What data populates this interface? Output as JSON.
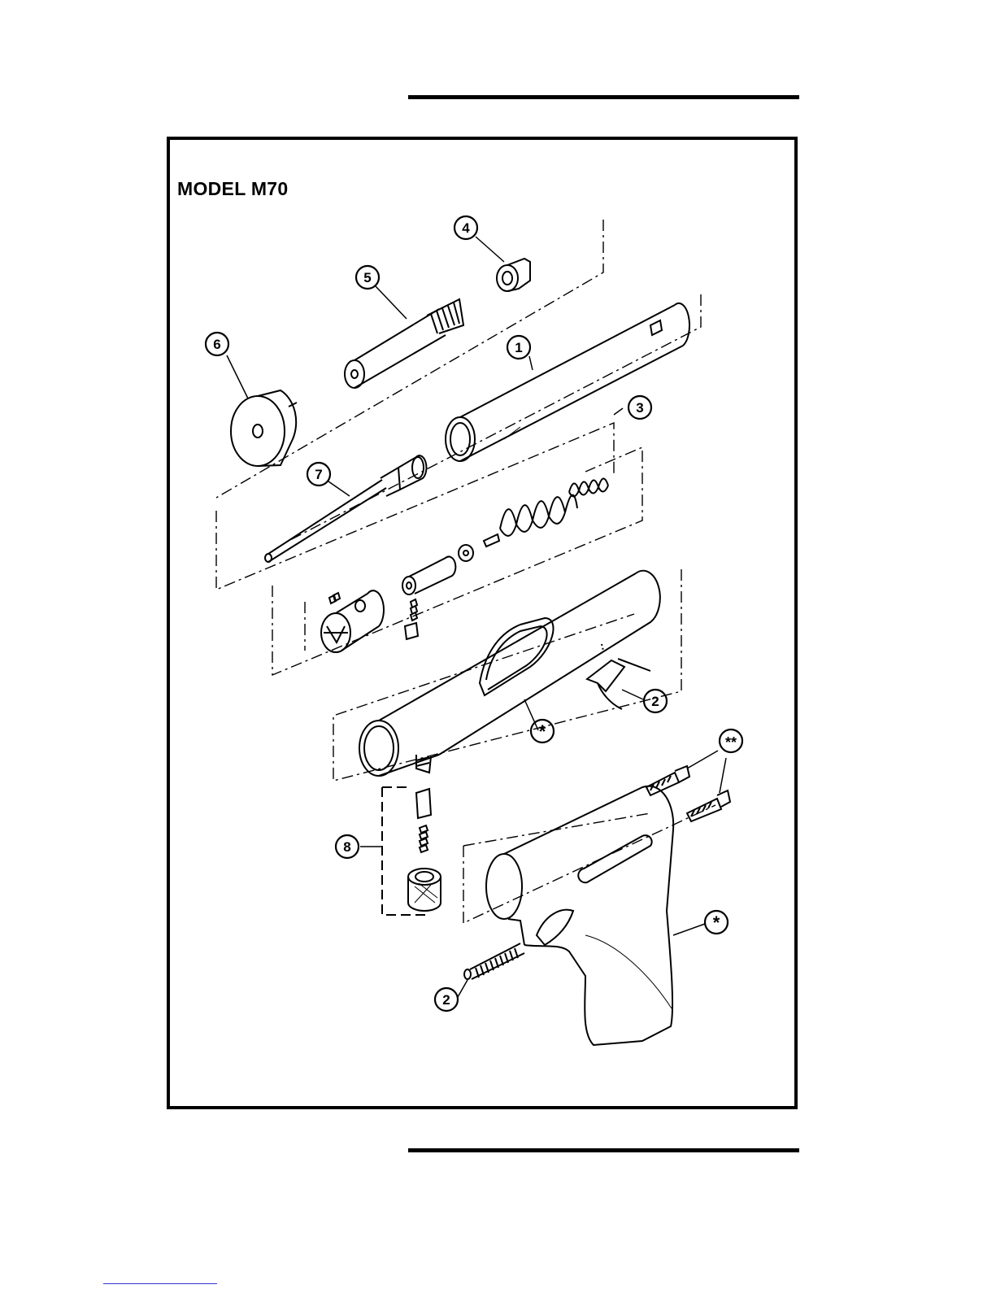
{
  "title": "MODEL M70",
  "callouts": [
    "1",
    "2",
    "2",
    "3",
    "4",
    "5",
    "6",
    "7",
    "8",
    "*",
    "*",
    "**"
  ],
  "colors": {
    "ink": "#000000",
    "paper": "#ffffff",
    "link": "#3333cc"
  }
}
